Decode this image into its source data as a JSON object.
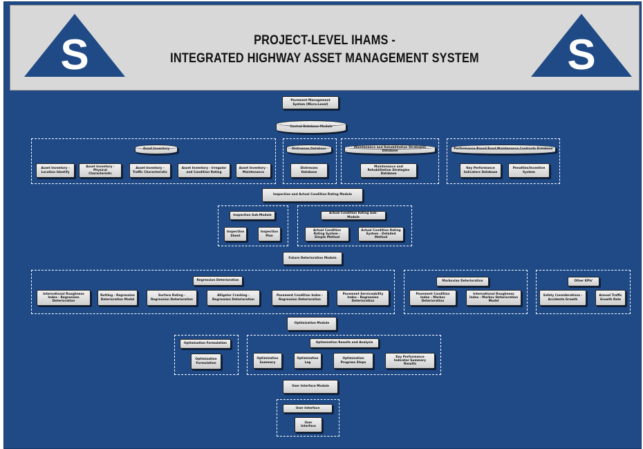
{
  "header": {
    "title_line1": "PROJECT-LEVEL IHAMS -",
    "title_line2": "INTEGRATED HIGHWAY  ASSET MANAGEMENT SYSTEM",
    "logo_letter": "S"
  },
  "colors": {
    "panel_bg": "#1f4a86",
    "header_bg": "#d8d8d8",
    "logo_triangle": "#1f4a86",
    "box_fill": "#e6e6e6",
    "group_border": "#ffffff"
  },
  "nodes": {
    "pms": "Pavement Management System (Micro-Level)",
    "central_db": "Central Database Module",
    "asset_inventory": "Asset Inventory",
    "asset_location": "Asset Inventory - Location Identify",
    "asset_physical": "Asset Inventory - Physical Characteristic",
    "asset_traffic": "Asset Inventory - Traffic Characteristic",
    "asset_irregular": "Asset Inventory - Irregular and Condition Rating",
    "asset_maintenance": "Asset Inventory - Maintenance",
    "distresses_db_header": "Distresses Database",
    "distresses_db": "Distresses Database",
    "mr_strategies_header": "Maintenance and Rehabilitation Strategies Database",
    "mr_strategies": "Maintenance and Rehabilitation Strategies Database",
    "pbrm_header": "Performance Based Road Maintenance Contracts Database",
    "kpi_db": "Key Performance Indicators Database",
    "penalties": "Penalties/Incentive System",
    "inspection_module": "Inspection and Actual Condition Rating Module",
    "inspection_sub": "Inspection Sub-Module",
    "inspection_sheet": "Inspection Sheet",
    "inspection_plan": "Inspection Plan",
    "actual_sub": "Actual Condition Rating Sub-Module",
    "simple_method": "Actual Condition Rating System - Simple Method",
    "detailed_method": "Actual Condition Rating System - Detailed Method",
    "future_module": "Future Deterioration Module",
    "regression": "Regression Deterioration",
    "iri_regression": "International Roughness Index - Regression Deterioration",
    "rutting": "Rutting - Regression Deterioration Model",
    "surface_rating": "Surface Rating - Regression Deterioration",
    "alligator": "Alligator Cracking - Regression Deterioration",
    "pci_regression": "Pavement Condition Index - Regression Deterioration",
    "psi_regression": "Pavement Serviceability Index - Regression Deterioration",
    "markovian": "Markovian Deterioration",
    "pci_markov": "Pavement Condition Index - Markov Deterioration",
    "iri_markov": "International Roughness Index - Markov Deterioration Model",
    "other_kpis": "Other KPIs'",
    "safety": "Safety Considerations - Accidents Growth",
    "traffic_growth": "Annual Traffic Growth Rate",
    "optimization_module": "Optimization Module",
    "opt_formulation_header": "Optimization Formulation",
    "opt_formulation": "Optimization Formulation",
    "opt_results": "Optimization Results and Analysis",
    "opt_summary": "Optimization Summary",
    "opt_log": "Optimization Log",
    "opt_progress": "Optimization Progress Steps",
    "kpi_summary": "Key Performance Indicator Summary Results",
    "ui_module": "User Interface Module",
    "ui_header": "User Interface",
    "ui": "User Interface"
  }
}
